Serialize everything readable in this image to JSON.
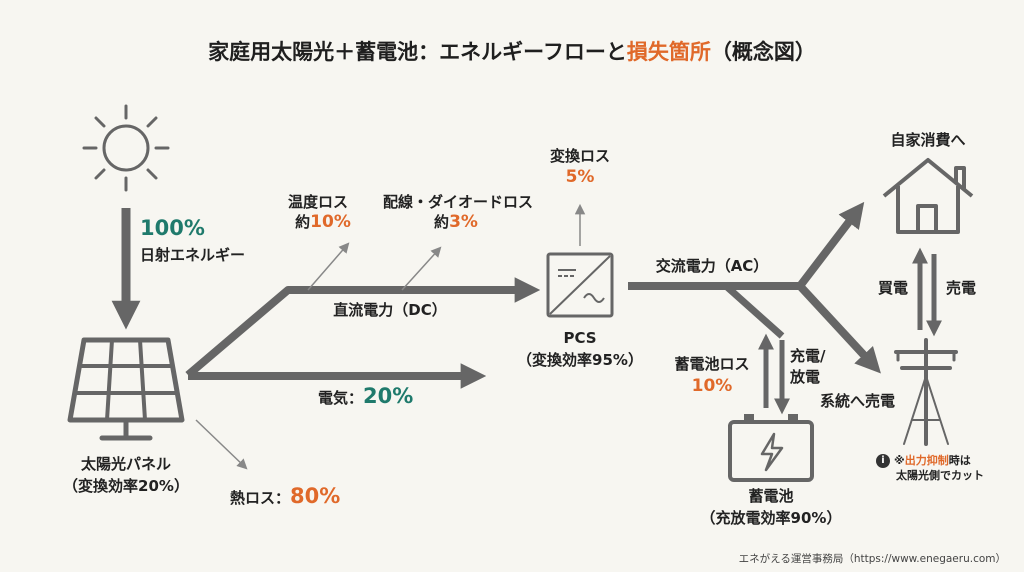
{
  "title": {
    "main": "家庭用太陽光＋蓄電池：エネルギーフローと",
    "highlight": "損失箇所",
    "tail": "（概念図）"
  },
  "sun": {
    "percent": "100%",
    "label": "日射エネルギー"
  },
  "panel": {
    "label": "太陽光パネル",
    "efficiency": "（変換効率20%）"
  },
  "heat_loss": {
    "label": "熱ロス：",
    "value": "80%"
  },
  "electricity": {
    "label": "電気：",
    "value": "20%"
  },
  "temp_loss": {
    "label": "温度ロス",
    "prefix": "約",
    "value": "10%"
  },
  "wiring_loss": {
    "label": "配線・ダイオードロス",
    "prefix": "約",
    "value": "3%"
  },
  "dc": {
    "label": "直流電力（DC）"
  },
  "pcs": {
    "label": "PCS",
    "efficiency": "（変換効率95%）"
  },
  "conversion_loss": {
    "label": "変換ロス",
    "value": "5%"
  },
  "ac": {
    "label": "交流電力（AC）"
  },
  "home": {
    "label": "自家消費へ"
  },
  "buy": "買電",
  "sell": "売電",
  "charge": {
    "line1": "充電/",
    "line2": "放電"
  },
  "grid_sell": "系統へ売電",
  "battery_loss": {
    "label": "蓄電池ロス",
    "value": "10%"
  },
  "battery": {
    "label": "蓄電池",
    "efficiency": "（充放電効率90%）"
  },
  "note": {
    "info": "i",
    "mark": "※",
    "highlight": "出力抑制",
    "text": "時は",
    "line2": "太陽光側でカット"
  },
  "footer": "エネがえる運営事務局（https://www.enegaeru.com）",
  "colors": {
    "accent": "#e0692a",
    "teal": "#1f7a6c",
    "arrow": "#666666",
    "background": "#f7f6f1"
  }
}
